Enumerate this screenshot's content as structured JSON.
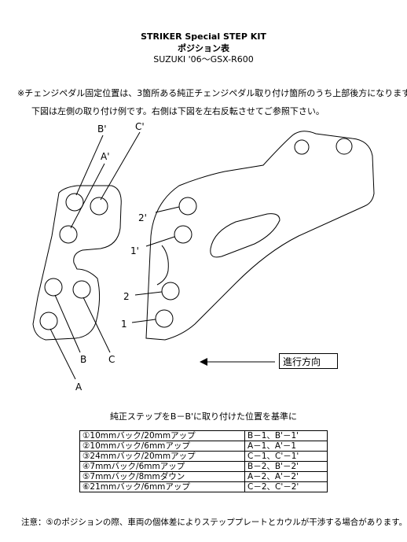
{
  "header": {
    "title": "STRIKER  Special  STEP  KIT",
    "subtitle": "ポジション表",
    "model": "SUZUKI  '06～GSX-R600"
  },
  "notes": {
    "line1": "※チェンジペダル固定位置は、3箇所ある純正チェンジペダル取り付け箇所のうち上部後方になります",
    "line2": "下図は左側の取り付け例です。右側は下図を左右反転させてご参照下さい。"
  },
  "diagram": {
    "left_labels": [
      "B'",
      "C'",
      "A'",
      "B",
      "C",
      "A"
    ],
    "right_labels": [
      "2'",
      "1'",
      "2",
      "1"
    ],
    "direction": "進行方向"
  },
  "table": {
    "title": "純正ステップをB－B'に取り付けた位置を基準に",
    "rows": [
      {
        "setting": "①10mmバック/20mmアップ",
        "holes": "B－1、B'－1'"
      },
      {
        "setting": "②10mmバック/6mmアップ",
        "holes": "A－1、A'－1"
      },
      {
        "setting": "③24mmバック/20mmアップ",
        "holes": "C－1、C'－1'"
      },
      {
        "setting": "④7mmバック/6mmアップ",
        "holes": "B－2、B'－2'"
      },
      {
        "setting": "⑤7mmバック/8mmダウン",
        "holes": "A－2、A'－2'"
      },
      {
        "setting": "⑥21mmバック/6mmアップ",
        "holes": "C－2、C'－2'"
      }
    ]
  },
  "footer": {
    "note": "注意：⑤のポジションの際、車両の個体差によりステッププレートとカウルが干渉する場合があります。"
  }
}
